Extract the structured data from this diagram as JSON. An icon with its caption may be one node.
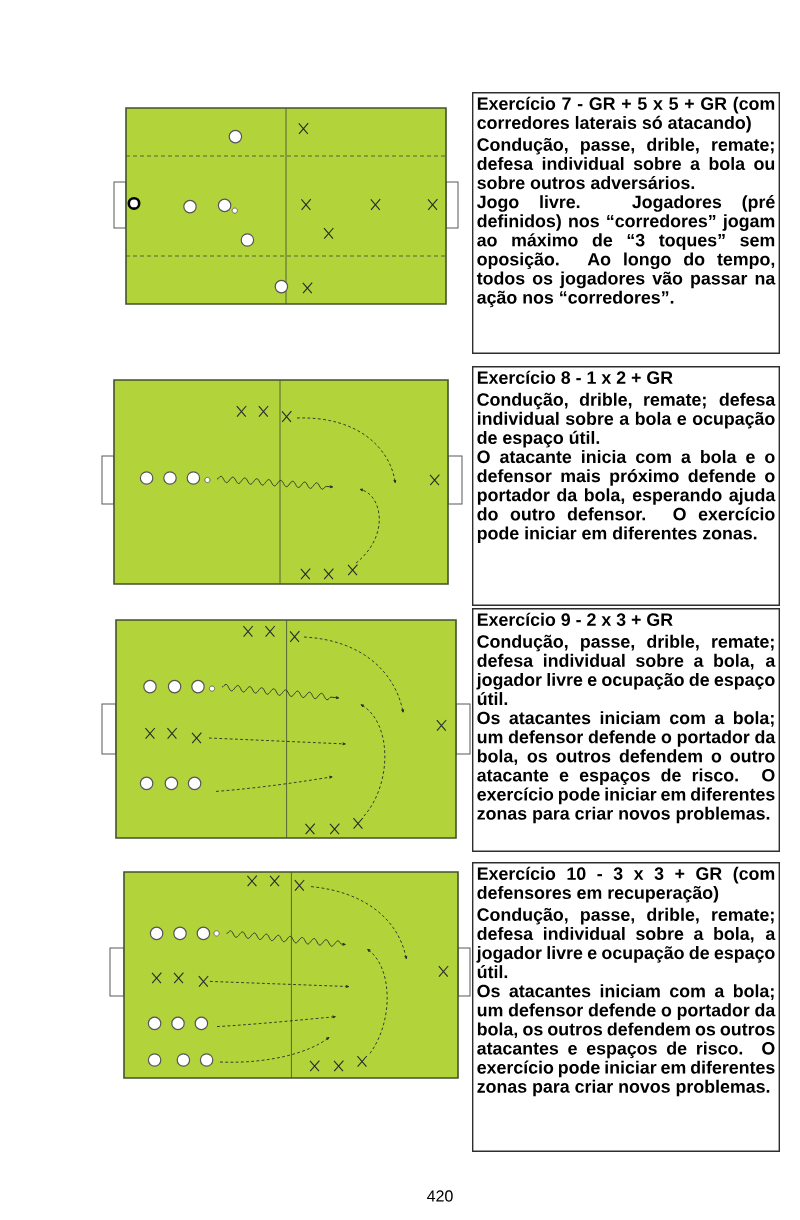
{
  "diagram": {
    "nodes": [
      {
        "text": [
          "Exercício 7 - GR + 5 x 5 + GR (com corredores laterais só atacando)",
          "Condução, passe, drible, remate; defesa individual sobre a bola ou sobre outros adversários.",
          "Jogo livre. Jogadores (pré definidos) nos “corredores” jogam ao máximo de “3 toques” sem oposição. Ao longo do tempo, todos os jogadores vão passar na ação nos “corredores”."
        ]
      },
      {
        "text": [
          "Exercício 8 - 1 x 2 + GR",
          "Condução, drible, remate; defesa individual sobre a bola e ocupação de espaço útil.",
          "O atacante inicia com a bola e o defensor mais próximo defende o portador da bola, esperando ajuda do outro defensor. O exercício pode iniciar em diferentes zonas."
        ]
      },
      {
        "text": [
          "Exercício 9 - 2 x 3 + GR",
          "Condução, passe, drible, remate; defesa individual sobre a bola, a jogador livre e ocupação de espaço útil.",
          "Os atacantes iniciam com a bola; um defensor defende o portador da bola, os outros defendem o outro atacante e espaços de risco. O exercício pode iniciar em diferentes zonas para criar novos problemas."
        ]
      },
      {
        "text": [
          "Exercício 10 - 3 x 3 + GR (com defensores em recuperação)",
          "Condução, passe, drible, remate; defesa individual sobre a bola, a jogador livre e ocupação de espaço útil.",
          "Os atacantes iniciam com a bola; um defensor defende o portador da bola, os outros defendem os outros atacantes e espaços de risco. O exercício pode iniciar em diferentes zonas para criar novos problemas."
        ]
      }
    ],
    "labels": [
      "420"
    ]
  }
}
